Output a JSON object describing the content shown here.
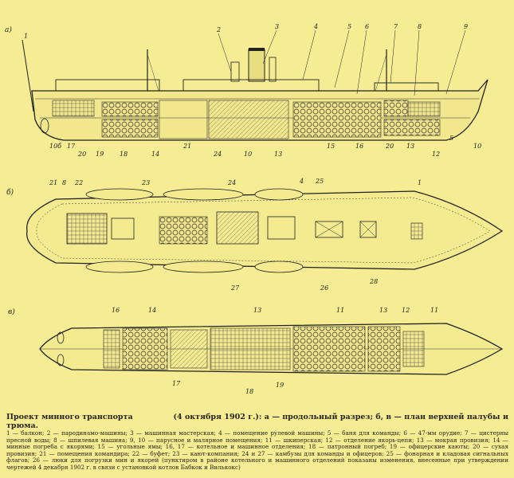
{
  "views": {
    "a": "а)",
    "b": "б)",
    "v": "в)"
  },
  "side_labels_top": [
    "1",
    "2",
    "3",
    "4",
    "5",
    "6",
    "7",
    "8",
    "9"
  ],
  "side_labels_bottom": [
    "10б",
    "17",
    "20",
    "19",
    "18",
    "14",
    "21",
    "24",
    "10",
    "13",
    "15",
    "16",
    "20",
    "13",
    "12",
    "5",
    "10"
  ],
  "deck_labels_top": [
    "21",
    "8",
    "22",
    "23",
    "24",
    "4",
    "25",
    "1"
  ],
  "deck_labels_bottom": [
    "27",
    "26",
    "28"
  ],
  "hold_labels_top": [
    "16",
    "14",
    "13",
    "11",
    "13",
    "12",
    "11"
  ],
  "hold_labels_bottom": [
    "17",
    "18",
    "19"
  ],
  "caption": {
    "title": "Проект минного транспорта",
    "title_date": "(4 октября 1902 г.):",
    "title_views": "а — продольный разрез; б, в — план верхней палубы и трюма.",
    "legend": "1 — балкон; 2 — пародинамо-машины; 3 — машинная мастерская; 4 — помещение рулевой машины; 5 — баня для команды; 6 — 47-мм орудие; 7 — цистерны пресной воды; 8 — шпилевая машина; 9, 10 — парусное и малярное помещения; 11 — шкиперская; 12 — отделение якорь-цепи; 13 — мокрая провизия; 14 — минные погреба с якорями; 15 — угольные ямы; 16, 17 — котельное и машинное отделения; 18 — патронный погреб; 19 — офицерские каюты; 20 — сухая провизия; 21 — помещения командира; 22 — буфет; 23 — кают-компания; 24 и 27 — камбузы для команды и офицеров; 25 — фонарная и кладовая сигнальных флагов; 26 — люки для погрузки мин и якорей (пунктиром в районе котельного и машинного отделений показаны изменения, внесенные при утверждении чертежей 4 декабря 1902 г. в связи с установкой котлов Бабкок и Вилькокс)"
  }
}
